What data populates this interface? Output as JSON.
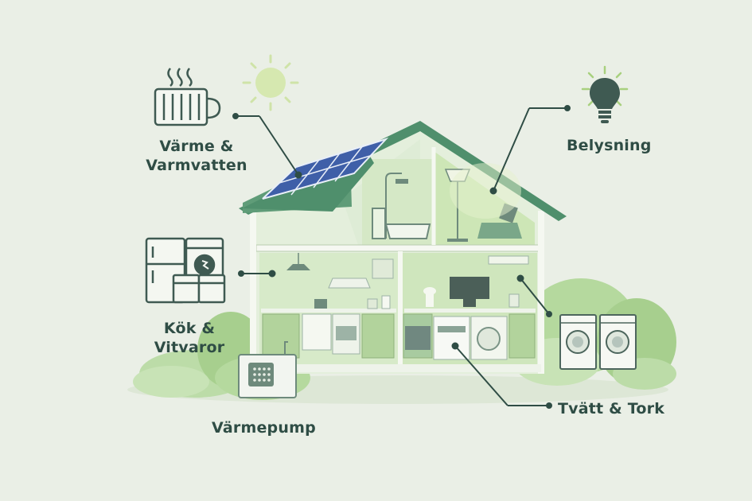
{
  "labels": {
    "heating_line1": "Värme &",
    "heating_line2": "Varmvatten",
    "lighting": "Belysning",
    "kitchen_line1": "Kök &",
    "kitchen_line2": "Vitvaror",
    "heat_pump": "Värmepump",
    "laundry": "Tvätt & Tork"
  },
  "colors": {
    "background": "#eaefe6",
    "label_text": "#2f4d45",
    "outline": "#3f5a52",
    "roof": "#4f8f6c",
    "solar": "#3f5fa8",
    "house_fill": "#dbe9d2",
    "accent": "#8fc47a",
    "sun": "#cfe3a8",
    "foliage": "#a7cf8e"
  },
  "icons": {
    "heating": "radiator-icon",
    "sun": "sun-icon",
    "lighting": "light-bulb-icon",
    "kitchen": "kitchen-appliances-icon",
    "heat_pump": "heat-pump-icon",
    "laundry": "washer-dryer-icon",
    "solar": "solar-panel-icon"
  }
}
